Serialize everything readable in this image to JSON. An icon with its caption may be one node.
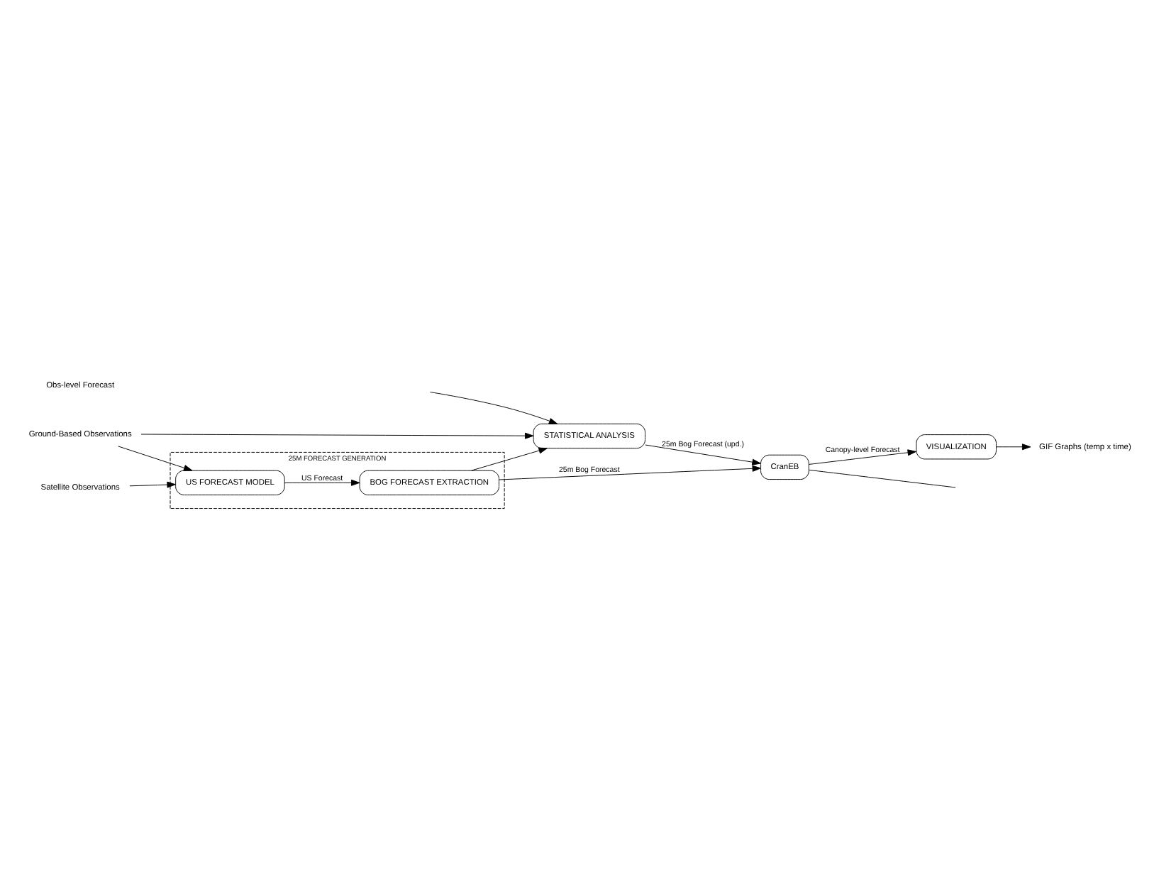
{
  "diagram": {
    "nodes": [
      {
        "text": [
          "25M FORECAST GENERATION"
        ]
      },
      {
        "text": [
          "US FORECAST MODEL"
        ],
        "in": 0
      },
      {
        "text": [
          "BOG FORECAST EXTRACTION"
        ],
        "in": 0
      },
      {
        "text": [
          "Satellite Observations"
        ]
      },
      {
        "text": [
          "Ground-Based Observations"
        ]
      },
      {
        "text": [
          "GIF Graphs (temp x time)"
        ]
      },
      {
        "text": [
          "VISUALIZATION"
        ]
      },
      {
        "text": [
          "CranEB"
        ]
      },
      {
        "text": [
          "STATISTICAL ANALYSIS"
        ]
      }
    ],
    "edges": [
      {
        "from": 3,
        "to": 1,
        "arrow": "to"
      },
      {
        "from": 4,
        "to": 1,
        "arrow": "to"
      },
      {
        "from": 1,
        "to": 2,
        "arrow": "to",
        "label": "US Forecast"
      },
      {
        "from": 2,
        "to": 7,
        "arrow": "to",
        "label": "25m Bog Forecast"
      },
      {
        "from": 2,
        "to": 8,
        "arrow": "to"
      },
      {
        "from": 4,
        "to": 8,
        "arrow": "to"
      },
      {
        "from": null,
        "to": 8,
        "arrow": "to"
      },
      {
        "from": 8,
        "to": 7,
        "arrow": "to",
        "label": "25m Bog Forecast (upd.)"
      },
      {
        "from": 7,
        "to": 6,
        "arrow": "to",
        "label": "Canopy-level Forecast"
      },
      {
        "from": 6,
        "to": 5,
        "arrow": "to"
      },
      {
        "from": 7,
        "to": null,
        "arrow": "none"
      }
    ],
    "labels": [
      "Obs-level Forecast"
    ]
  }
}
